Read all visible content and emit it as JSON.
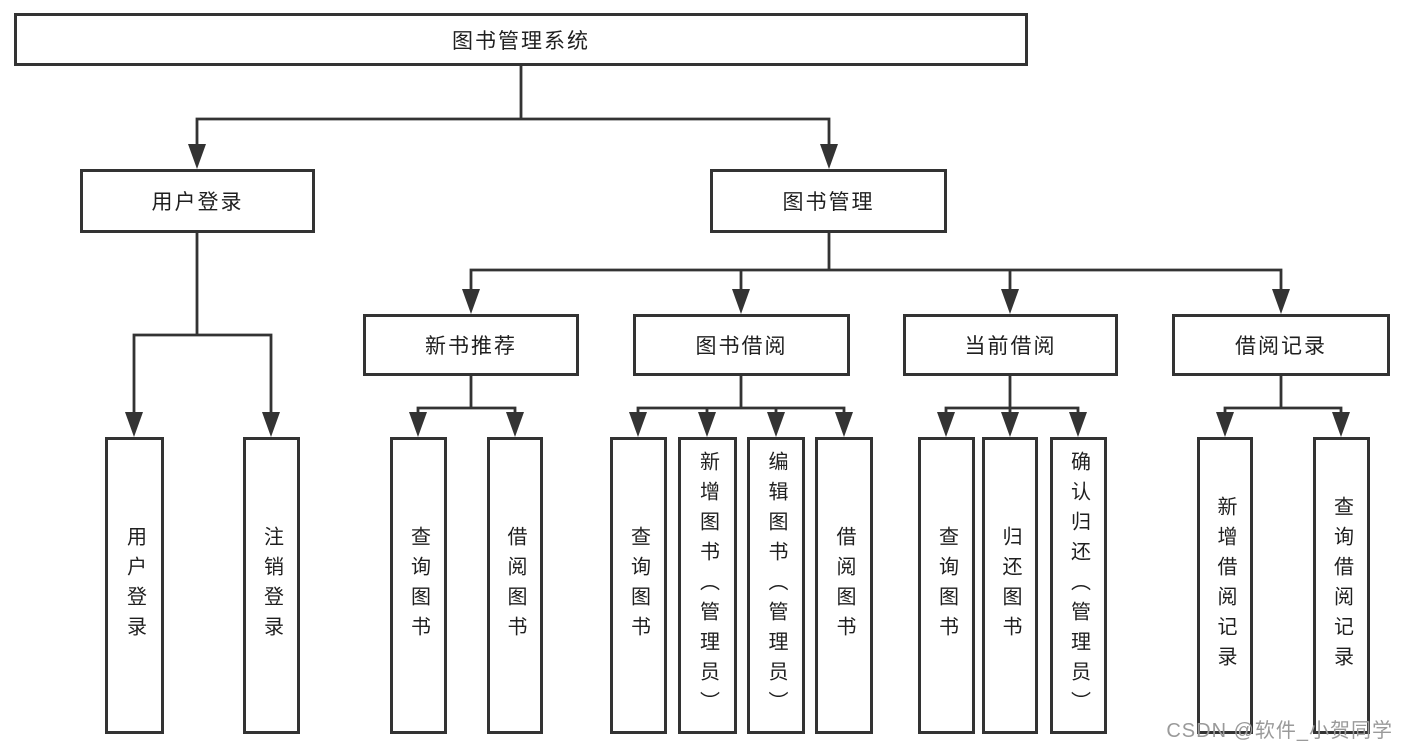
{
  "colors": {
    "box_border": "#333333",
    "connector": "#333333",
    "text": "#1f1f1f",
    "watermark_text": "#9a9a9a",
    "background": "#ffffff"
  },
  "watermark": "CSDN @软件_小贺同学",
  "diagram": {
    "type": "hierarchy-flowchart",
    "root": {
      "label": "图书管理系统"
    },
    "level1": [
      {
        "label": "用户登录"
      },
      {
        "label": "图书管理"
      }
    ],
    "level2": [
      {
        "label": "新书推荐"
      },
      {
        "label": "图书借阅"
      },
      {
        "label": "当前借阅"
      },
      {
        "label": "借阅记录"
      }
    ],
    "leaves": {
      "user_login": [
        "用户登录",
        "注销登录"
      ],
      "new_book_recommend": [
        "查询图书",
        "借阅图书"
      ],
      "book_borrow": [
        "查询图书",
        "新增图书（管理员）",
        "编辑图书（管理员）",
        "借阅图书"
      ],
      "current_borrow": [
        "查询图书",
        "归还图书",
        "确认归还（管理员）"
      ],
      "borrow_records": [
        "新增借阅记录",
        "查询借阅记录"
      ]
    }
  }
}
